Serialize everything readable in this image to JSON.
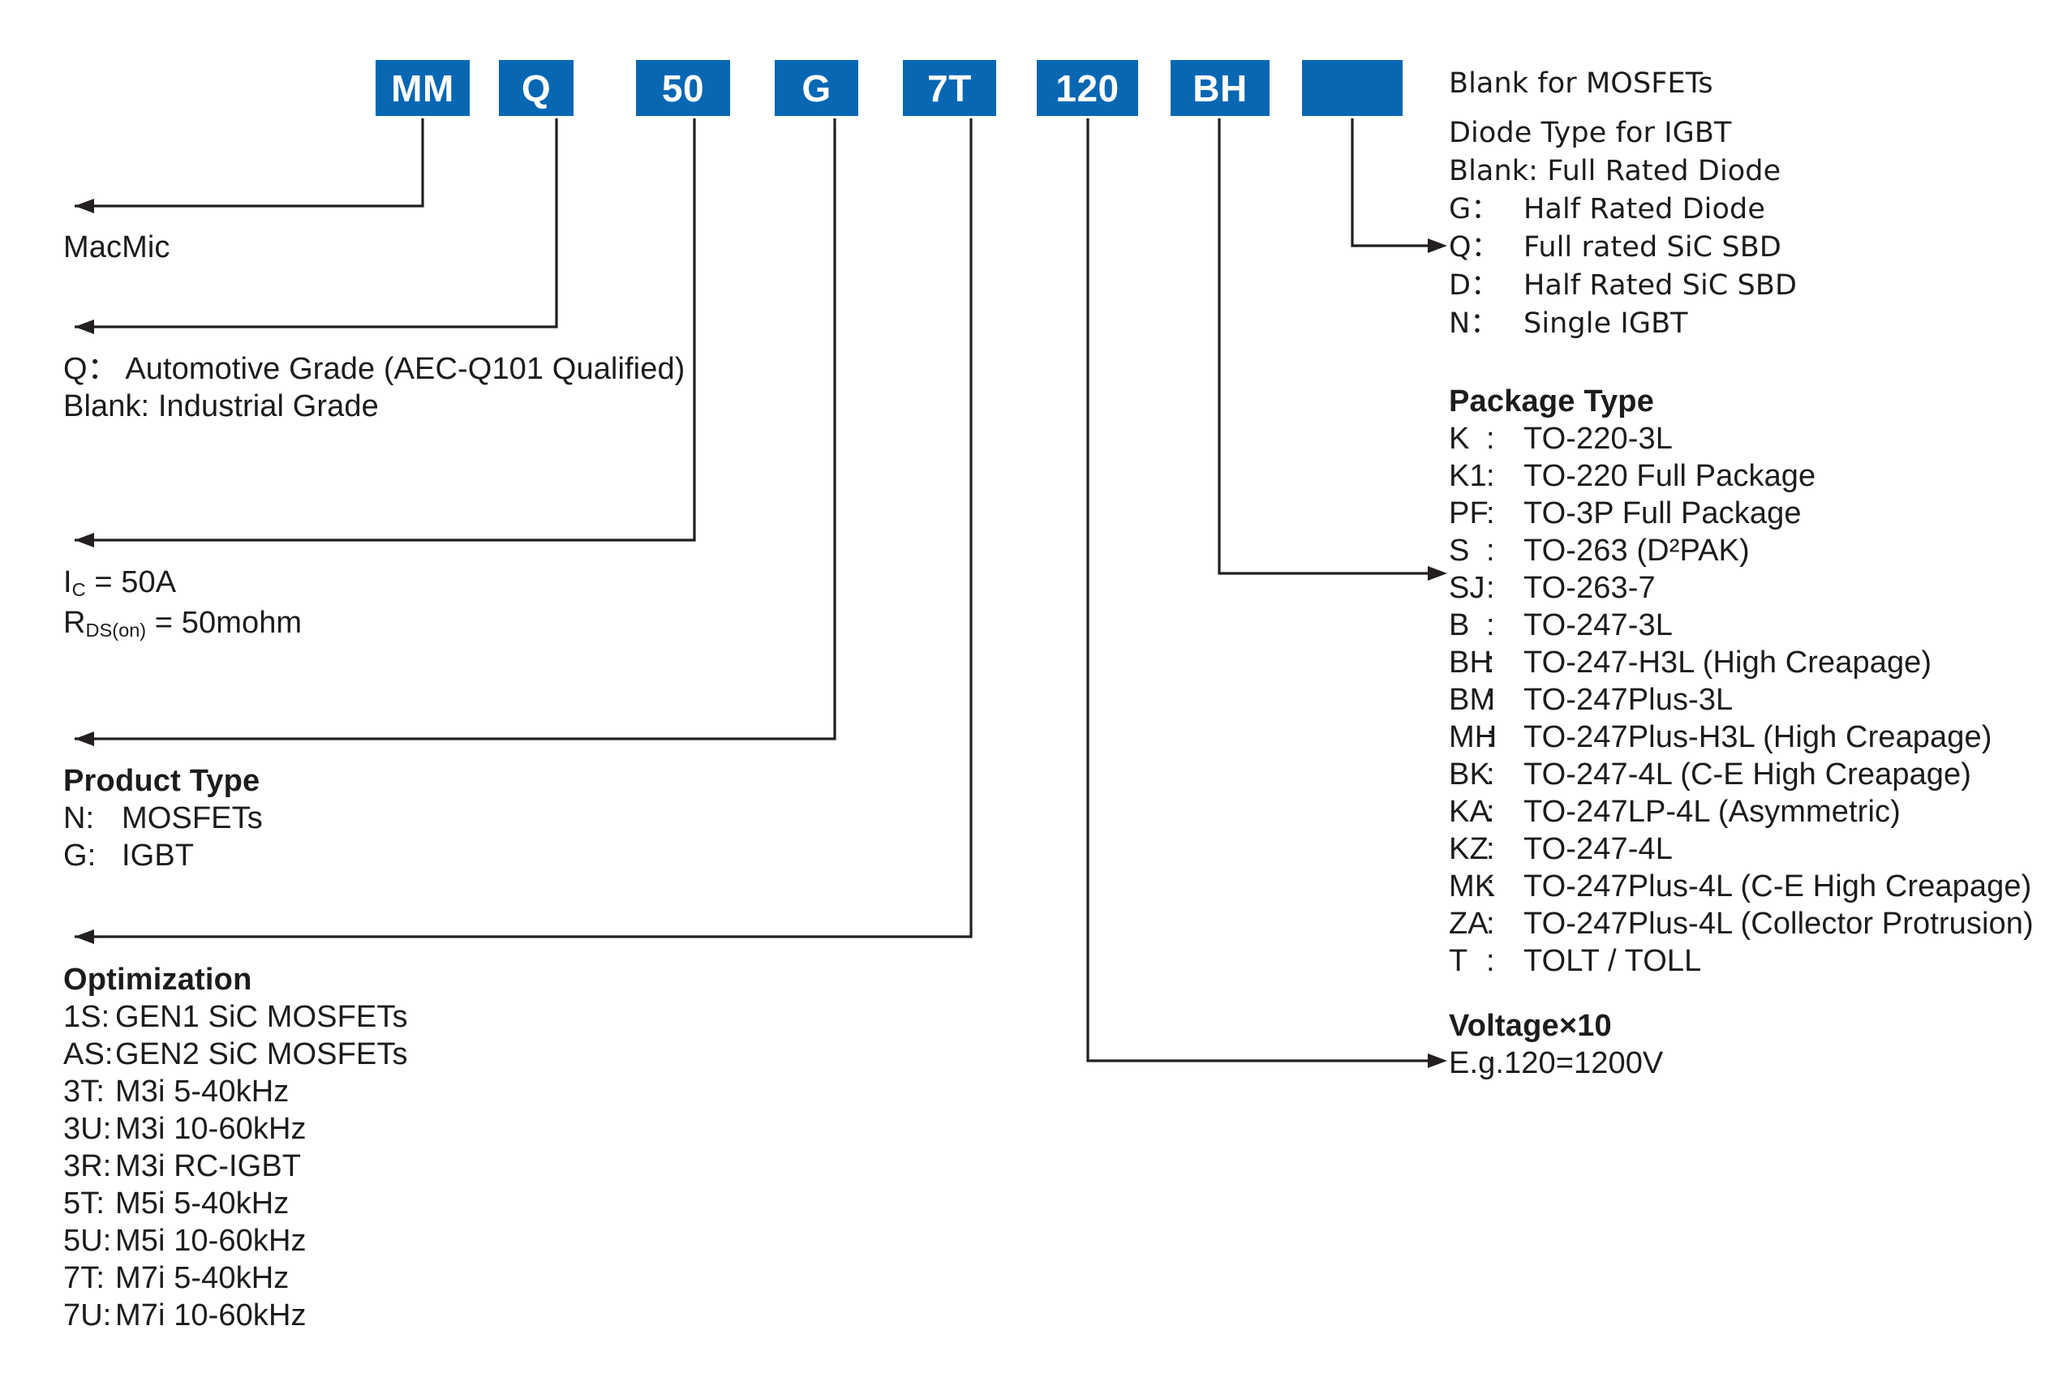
{
  "meta": {
    "brand_blue": "#0767b3",
    "line_color": "#231f20",
    "title": "Part Number Decoder"
  },
  "part_number_boxes": [
    {
      "id": "manufacturer",
      "label": "MM"
    },
    {
      "id": "grade",
      "label": "Q"
    },
    {
      "id": "current-rating",
      "label": "50"
    },
    {
      "id": "product-type",
      "label": "G"
    },
    {
      "id": "optimization",
      "label": "7T"
    },
    {
      "id": "voltage",
      "label": "120"
    },
    {
      "id": "package",
      "label": "BH"
    },
    {
      "id": "diode-type",
      "label": ""
    }
  ],
  "left_blocks": {
    "manufacturer": {
      "lines": [
        "MacMic"
      ]
    },
    "grade": {
      "lines": [
        "Q： Automotive Grade (AEC-Q101 Qualified)",
        "Blank: Industrial Grade"
      ]
    },
    "ratings": {
      "line1_prefix": "I",
      "line1_sub": "C",
      "line1_rest": " = 50A",
      "line2_prefix": "R",
      "line2_sub": "DS(on)",
      "line2_rest": " = 50mohm"
    },
    "product_type": {
      "heading": "Product Type",
      "items": [
        {
          "code": "N:",
          "desc": "MOSFETs"
        },
        {
          "code": "G:",
          "desc": "IGBT"
        }
      ]
    },
    "optimization": {
      "heading": "Optimization",
      "items": [
        {
          "code": "1S:",
          "desc": "GEN1 SiC MOSFETs"
        },
        {
          "code": "AS:",
          "desc": "GEN2 SiC MOSFETs"
        },
        {
          "code": "3T:",
          "desc": "M3i 5-40kHz"
        },
        {
          "code": "3U:",
          "desc": "M3i 10-60kHz"
        },
        {
          "code": "3R:",
          "desc": "M3i RC-IGBT"
        },
        {
          "code": "5T:",
          "desc": "M5i 5-40kHz"
        },
        {
          "code": "5U:",
          "desc": "M5i 10-60kHz"
        },
        {
          "code": "7T:",
          "desc": "M7i 5-40kHz"
        },
        {
          "code": "7U:",
          "desc": "M7i 10-60kHz"
        }
      ]
    }
  },
  "right_blocks": {
    "mosfet_note": "Blank for MOSFETs",
    "diode_type": {
      "heading": "Diode Type for IGBT",
      "blank_line": "Blank: Full Rated Diode",
      "items": [
        {
          "code": "G：",
          "desc": "Half Rated Diode"
        },
        {
          "code": "Q：",
          "desc": "Full rated SiC SBD"
        },
        {
          "code": "D：",
          "desc": "Half Rated SiC SBD"
        },
        {
          "code": "N：",
          "desc": "Single IGBT"
        }
      ]
    },
    "package_type": {
      "heading": "Package Type",
      "items": [
        {
          "code": "K",
          "sep": ":",
          "desc": "TO-220-3L"
        },
        {
          "code": "K1",
          "sep": ":",
          "desc": "TO-220 Full Package"
        },
        {
          "code": "PF",
          "sep": ":",
          "desc": "TO-3P Full Package"
        },
        {
          "code": "S",
          "sep": ":",
          "desc": "TO-263 (D²PAK)"
        },
        {
          "code": "SJ",
          "sep": ":",
          "desc": "TO-263-7"
        },
        {
          "code": "B",
          "sep": ":",
          "desc": "TO-247-3L"
        },
        {
          "code": "BH",
          "sep": ":",
          "desc": "TO-247-H3L (High Creapage)"
        },
        {
          "code": "BM",
          "sep": ":",
          "desc": "TO-247Plus-3L"
        },
        {
          "code": "MH",
          "sep": ":",
          "desc": "TO-247Plus-H3L (High Creapage)"
        },
        {
          "code": "BK",
          "sep": ":",
          "desc": "TO-247-4L (C-E High Creapage)"
        },
        {
          "code": "KA",
          "sep": ":",
          "desc": "TO-247LP-4L (Asymmetric)"
        },
        {
          "code": "KZ",
          "sep": ":",
          "desc": "TO-247-4L"
        },
        {
          "code": "MK",
          "sep": ":",
          "desc": "TO-247Plus-4L (C-E High Creapage)"
        },
        {
          "code": "ZA",
          "sep": ":",
          "desc": "TO-247Plus-4L (Collector Protrusion)"
        },
        {
          "code": "T",
          "sep": ":",
          "desc": "TOLT / TOLL"
        }
      ]
    },
    "voltage": {
      "heading": "Voltage×10",
      "example": "E.g.120=1200V"
    }
  }
}
